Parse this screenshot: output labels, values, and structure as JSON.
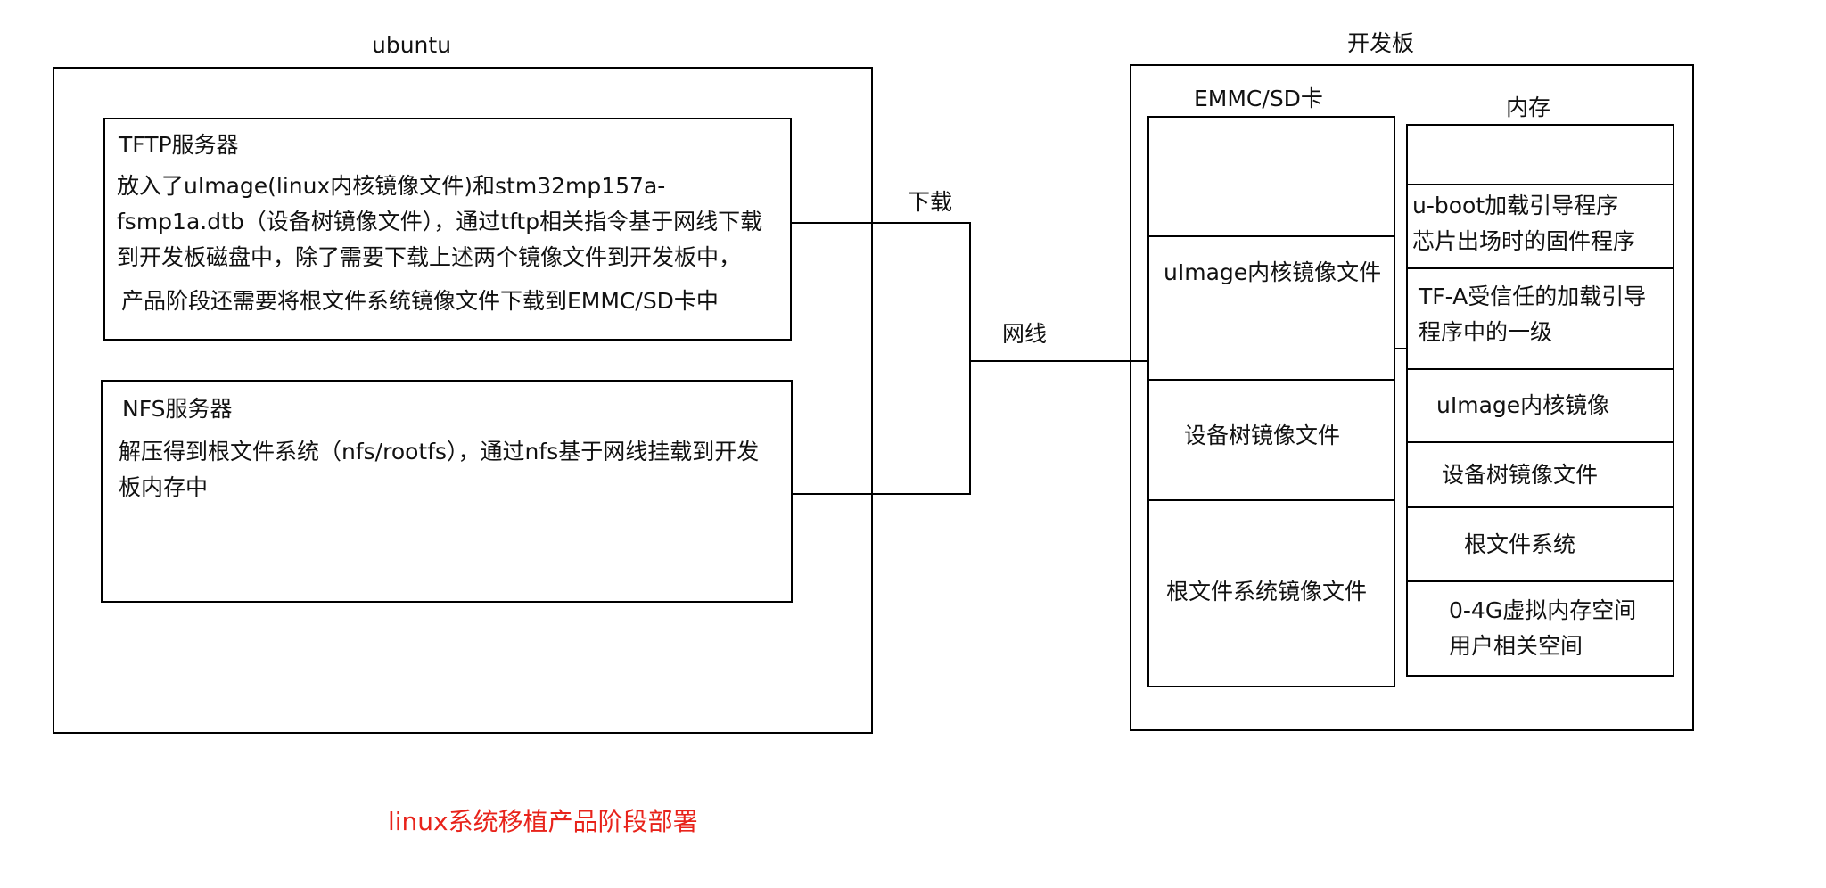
{
  "ubuntu": {
    "title": "ubuntu",
    "tftp": {
      "title": "TFTP服务器",
      "lines": [
        "放入了uImage(linux内核镜像文件)和stm32mp157a-",
        "fsmp1a.dtb（设备树镜像文件），通过tftp相关指令基于网线下载",
        "到开发板磁盘中，除了需要下载上述两个镜像文件到开发板中，",
        "产品阶段还需要将根文件系统镜像文件下载到EMMC/SD卡中"
      ]
    },
    "nfs": {
      "title": "NFS服务器",
      "lines": [
        "解压得到根文件系统（nfs/rootfs），通过nfs基于网线挂载到开发",
        "板内存中"
      ]
    }
  },
  "connection": {
    "download_label": "下载",
    "cable_label": "网线"
  },
  "board": {
    "title": "开发板",
    "emmc": {
      "title": "EMMC/SD卡",
      "cells": [
        "",
        "uImage内核镜像文件",
        "设备树镜像文件",
        "根文件系统镜像文件"
      ]
    },
    "memory": {
      "title": "内存",
      "cells": [
        [
          ""
        ],
        [
          "u-boot加载引导程序",
          "芯片出场时的固件程序"
        ],
        [
          "TF-A受信任的加载引导",
          "程序中的一级"
        ],
        [
          "uImage内核镜像"
        ],
        [
          "设备树镜像文件"
        ],
        [
          "根文件系统"
        ],
        [
          "0-4G虚拟内存空间",
          "用户相关空间"
        ]
      ]
    }
  },
  "caption": "linux系统移植产品阶段部署",
  "colors": {
    "caption": "#e8231b",
    "lines": "#000000"
  }
}
